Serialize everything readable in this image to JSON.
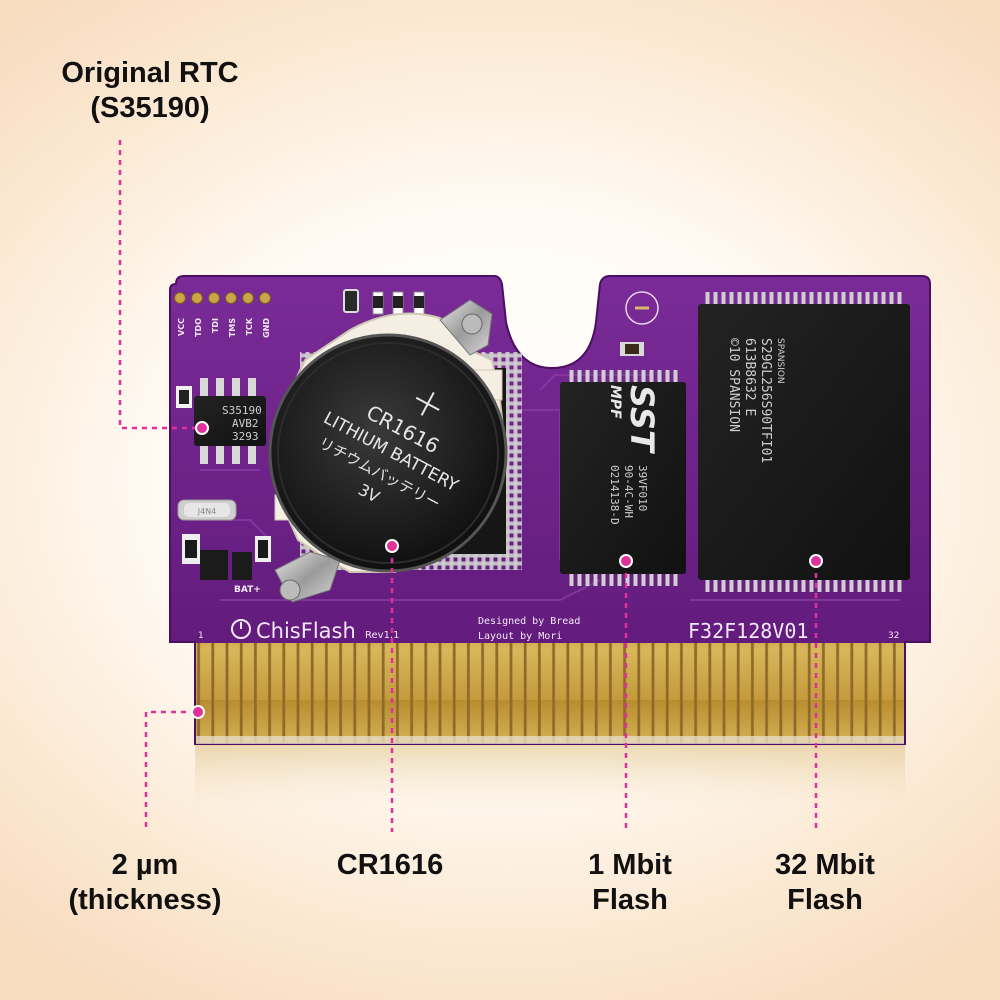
{
  "callouts": {
    "rtc": {
      "line1": "Original RTC",
      "line2": "(S35190)"
    },
    "thickness": {
      "line1": "2 µm",
      "line2": "(thickness)"
    },
    "battery": {
      "line1": "CR1616"
    },
    "flash1": {
      "line1": "1 Mbit",
      "line2": "Flash"
    },
    "flash32": {
      "line1": "32 Mbit",
      "line2": "Flash"
    }
  },
  "board": {
    "brand": "ChisFlash",
    "rev": "Rev1.1",
    "designed_by": "Designed by Bread",
    "layout_by": "Layout by Mori",
    "part_number": "F32F128V01",
    "pin_first": "1",
    "pin_last": "32",
    "bat_label": "BAT+",
    "jtag_pins": [
      "VCC",
      "TDO",
      "TDI",
      "TMS",
      "TCK",
      "GND"
    ],
    "rtc_chip": {
      "line1": "S35190",
      "line2": "AVB2",
      "line3": "3293"
    },
    "crystal": "J4N4",
    "battery": {
      "line1": "CR1616",
      "line2": "LITHIUM BATTERY",
      "line3": "リチウムバッテリー",
      "line4": "3V"
    },
    "sst_chip": {
      "logo": "SST",
      "sub": "MPF",
      "line1": "39VF010",
      "line2": "90-4C-WH",
      "line3": "0214138-D"
    },
    "spansion_chip": {
      "logo": "SPANSION",
      "line1": "S29GL256S90TFI01",
      "line2": "613B8632 E",
      "line3": "©10 SPANSION"
    }
  },
  "colors": {
    "pcb": "#6a1f86",
    "gold": "#c9a448",
    "callout_dot": "#e0309a"
  }
}
